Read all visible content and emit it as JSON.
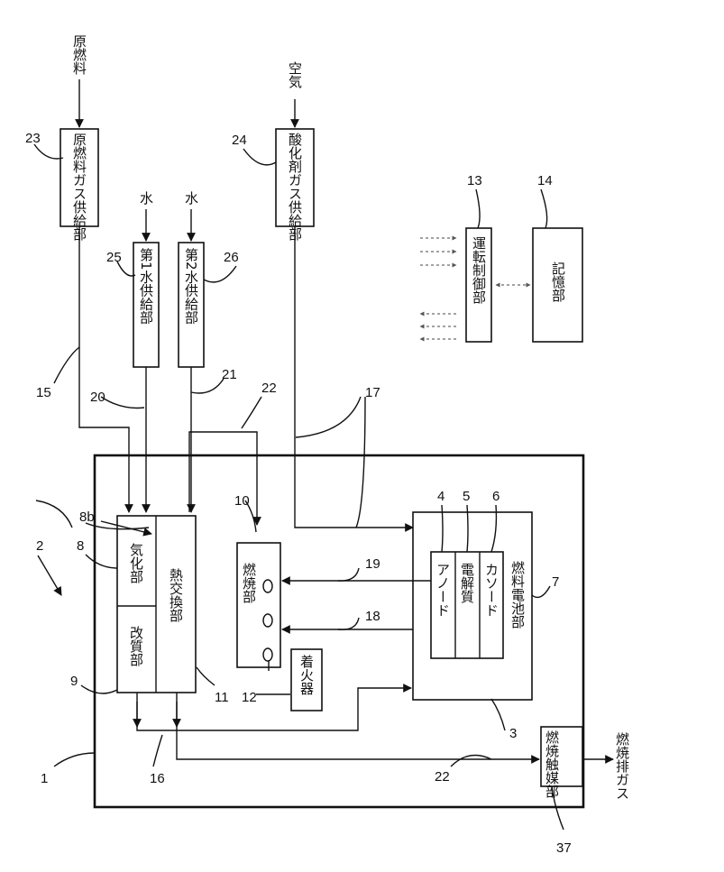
{
  "inputs": {
    "raw_fuel": "原燃料",
    "air": "空気",
    "water_1": "水",
    "water_2": "水",
    "exhaust": "燃焼排ガス"
  },
  "components": {
    "raw_fuel_supply": "原燃料ガス供給部",
    "oxidant_supply": "酸化剤ガス供給部",
    "water_supply_1": "第1水供給部",
    "water_supply_2": "第2水供給部",
    "operation_control": "運転制御部",
    "storage": "記憶部",
    "vaporizer": "気化部",
    "reformer": "改質部",
    "heat_exchanger": "熱交換部",
    "combustor": "燃焼部",
    "igniter": "着火器",
    "anode": "アノード",
    "electrolyte": "電解質",
    "cathode": "カソード",
    "fuel_cell": "燃料電池部",
    "combustion_catalyst": "燃焼触媒部"
  },
  "ref_numbers": {
    "n1": "1",
    "n2": "2",
    "n3": "3",
    "n4": "4",
    "n5": "5",
    "n6": "6",
    "n7": "7",
    "n8": "8",
    "n8b": "8b",
    "n9": "9",
    "n10": "10",
    "n11": "11",
    "n12": "12",
    "n13": "13",
    "n14": "14",
    "n15": "15",
    "n16": "16",
    "n17": "17",
    "n18": "18",
    "n19": "19",
    "n20": "20",
    "n21": "21",
    "n22a": "22",
    "n22b": "22",
    "n23": "23",
    "n24": "24",
    "n25": "25",
    "n26": "26",
    "n37": "37"
  }
}
